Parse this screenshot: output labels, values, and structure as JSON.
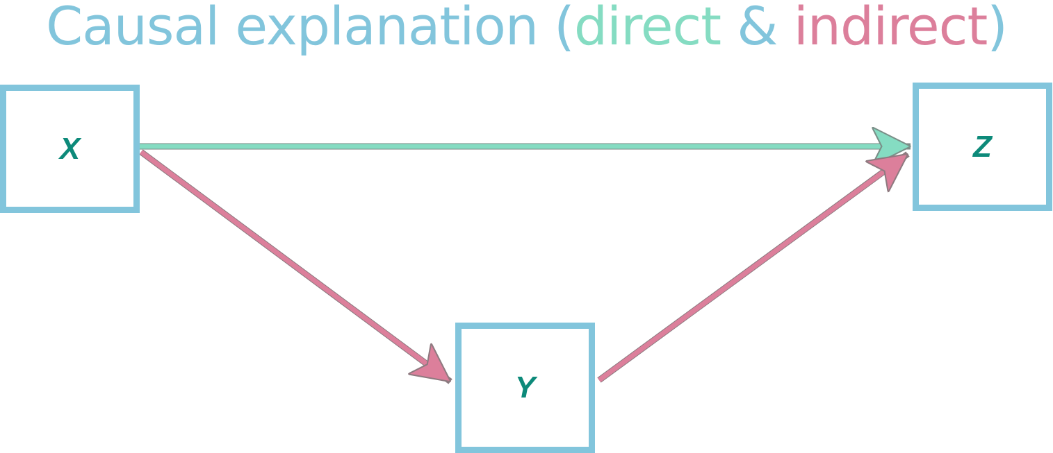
{
  "title": {
    "part1": "Causal explanation ",
    "paren_open": "(",
    "direct": "direct",
    "amp": " & ",
    "indirect": "indirect",
    "paren_close": ")"
  },
  "nodes": {
    "x": "X",
    "y": "Y",
    "z": "Z"
  },
  "colors": {
    "title_blue": "#82c5dc",
    "direct_green": "#85dcc2",
    "indirect_pink": "#dc7f9b",
    "box_border": "#82c5dc",
    "node_text": "#0d8a7a"
  },
  "edges": [
    {
      "from": "X",
      "to": "Z",
      "kind": "direct"
    },
    {
      "from": "X",
      "to": "Y",
      "kind": "indirect"
    },
    {
      "from": "Y",
      "to": "Z",
      "kind": "indirect"
    }
  ]
}
